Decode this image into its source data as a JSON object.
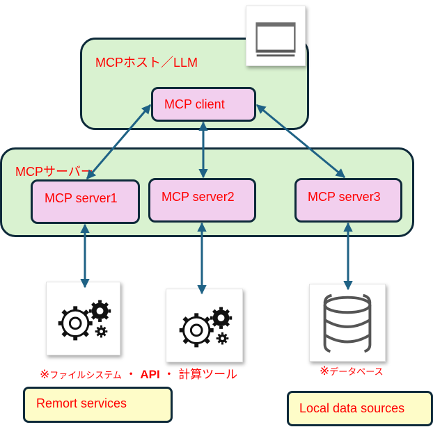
{
  "host": {
    "title": "MCPホスト／LLM",
    "icon": "laptop-icon"
  },
  "client": {
    "label": "MCP client"
  },
  "server_group": {
    "title": "MCPサーバー"
  },
  "servers": [
    {
      "label": "MCP server1"
    },
    {
      "label": "MCP server2"
    },
    {
      "label": "MCP server3"
    }
  ],
  "resources": [
    {
      "icon": "gears-icon"
    },
    {
      "icon": "gears-icon"
    },
    {
      "icon": "database-icon"
    }
  ],
  "notes": {
    "tools": {
      "mark": "※",
      "part1": "ファイルシステム",
      "sep1": "・",
      "part2": "API",
      "sep2": "・",
      "part3": "計算ツール"
    },
    "database": {
      "mark": "※",
      "text": "データベース"
    }
  },
  "categories": {
    "remote": "Remort services",
    "local": "Local data sources"
  },
  "colors": {
    "container_fill": "#d9f2d0",
    "node_fill": "#f2cfee",
    "category_fill": "#fefcc8",
    "border": "#0e2a3a",
    "arrow": "#1f6285",
    "text": "#ff0000"
  }
}
